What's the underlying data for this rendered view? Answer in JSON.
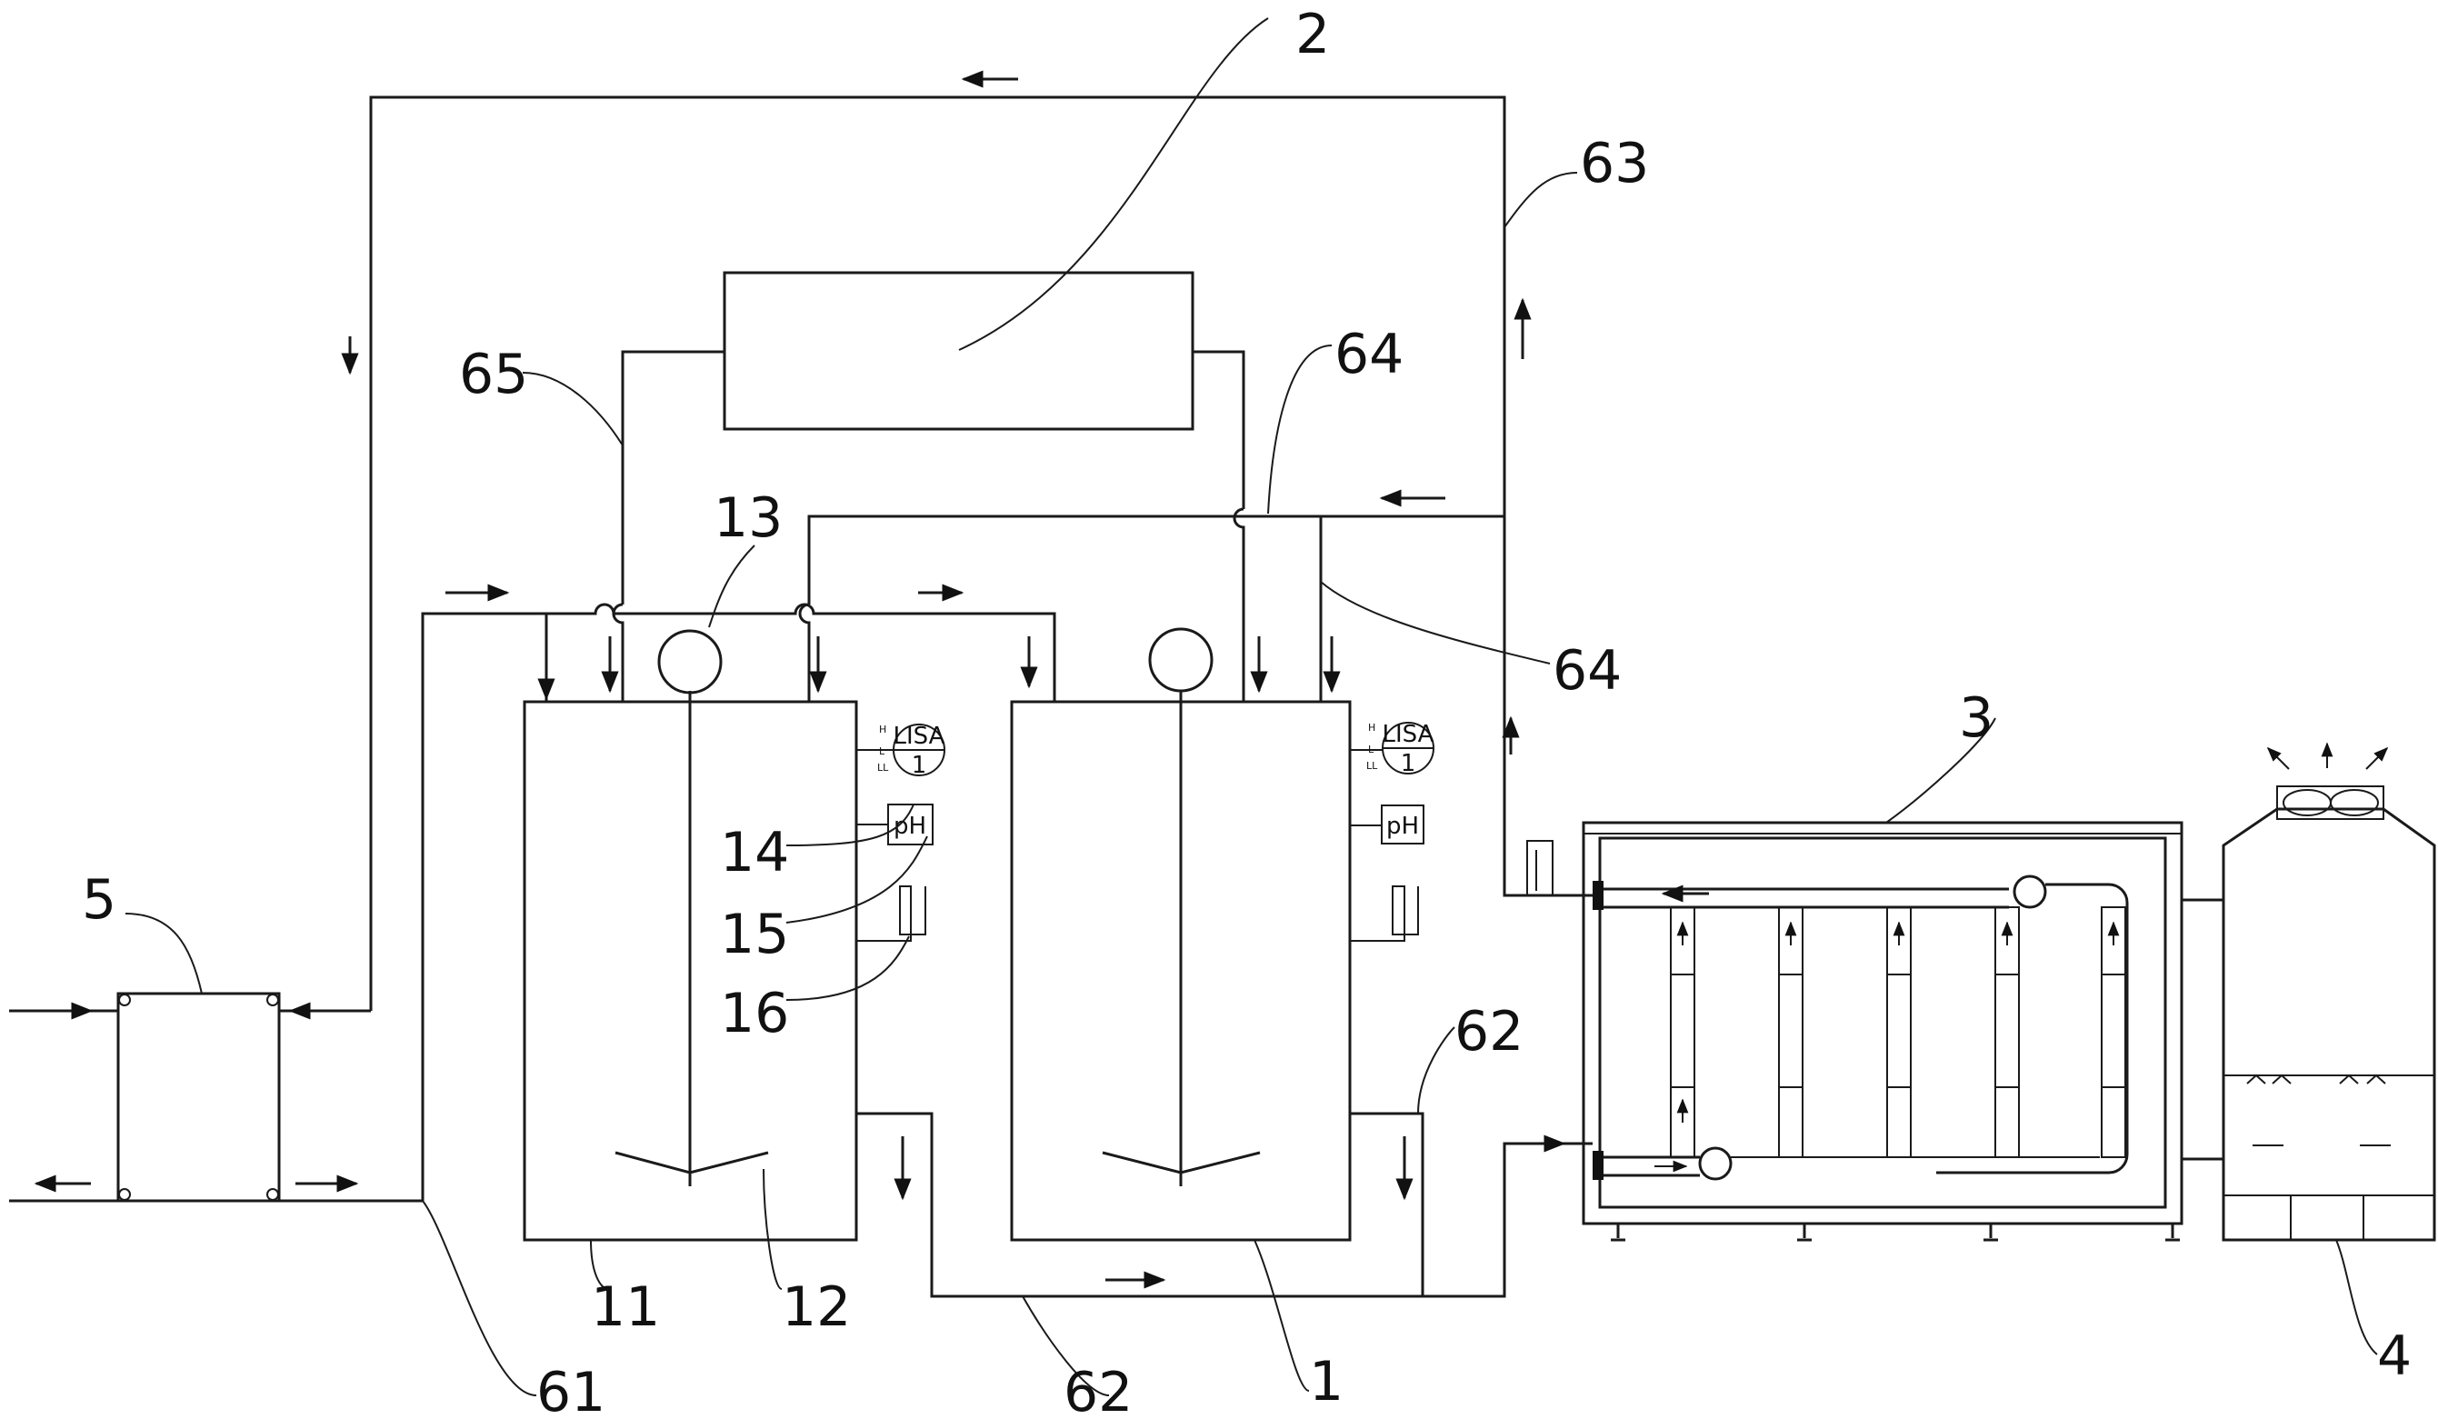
{
  "labels": {
    "l1": "1",
    "l2": "2",
    "l3": "3",
    "l4": "4",
    "l5": "5",
    "l11": "11",
    "l12": "12",
    "l13": "13",
    "l14": "14",
    "l15": "15",
    "l16": "16",
    "l61": "61",
    "l62a": "62",
    "l62b": "62",
    "l63": "63",
    "l64a": "64",
    "l64b": "64",
    "l65": "65"
  },
  "instruments": {
    "level_tag": "LISA",
    "level_id": "1",
    "level_h": "H",
    "level_l": "L",
    "level_ll": "LL",
    "ph": "pH"
  }
}
